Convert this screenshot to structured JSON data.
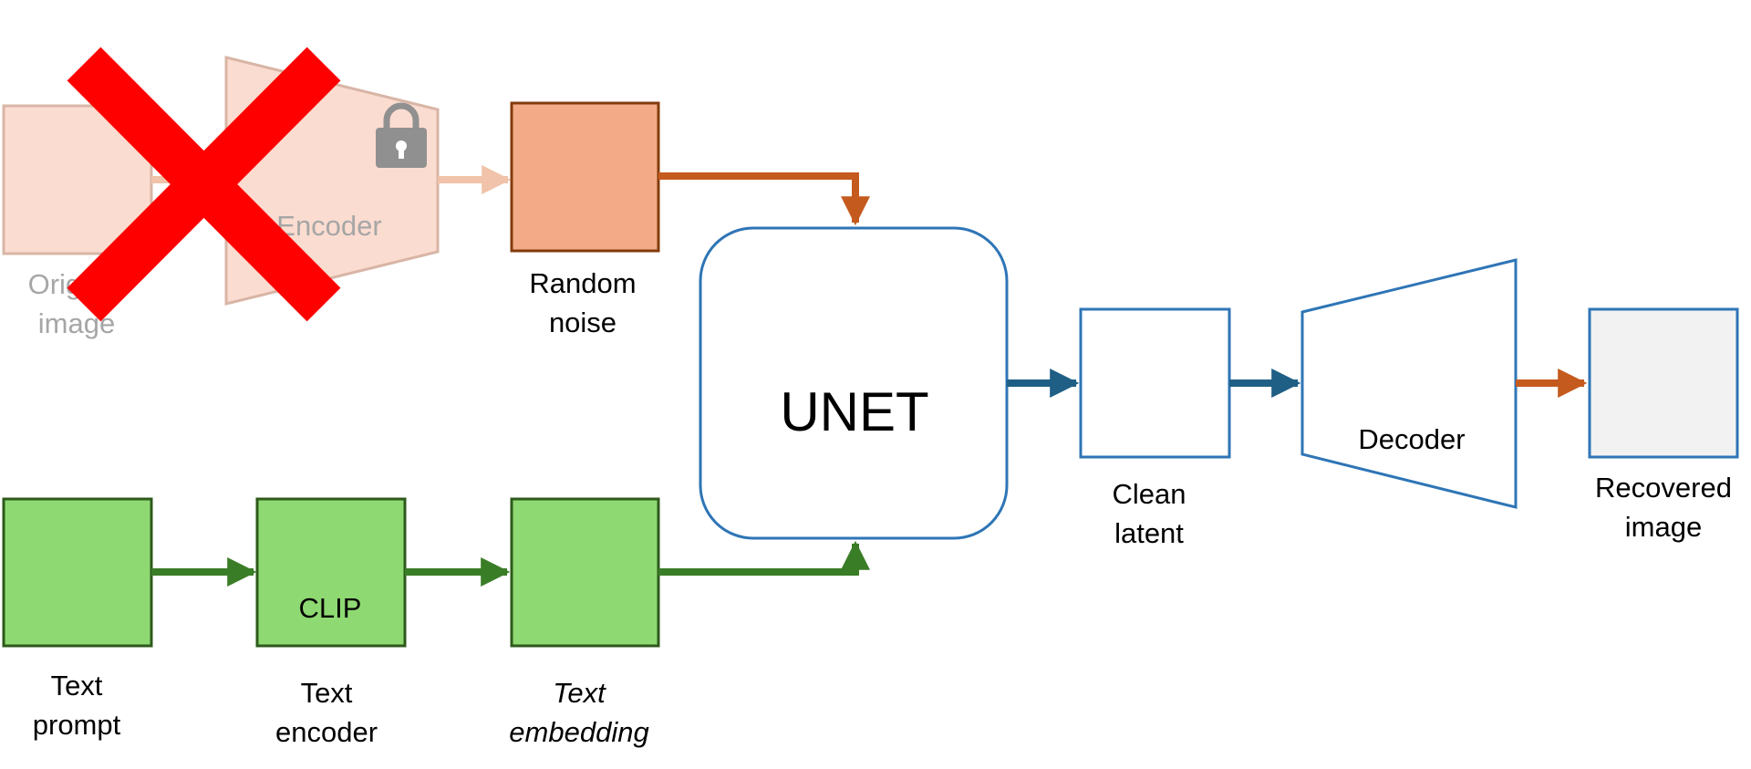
{
  "diagram": {
    "disabled_branch": {
      "original_image_line1": "Original",
      "original_image_line2": "image",
      "encoder_label": "Encoder",
      "lock_icon": "lock-icon",
      "cross_icon": "red-x-icon"
    },
    "random_noise": {
      "line1": "Random",
      "line2": "noise"
    },
    "unet": {
      "label": "UNET"
    },
    "clean_latent": {
      "line1": "Clean",
      "line2": "latent"
    },
    "decoder": {
      "label": "Decoder"
    },
    "recovered_image": {
      "line1": "Recovered",
      "line2": "image"
    },
    "text_prompt": {
      "line1": "Text",
      "line2": "prompt"
    },
    "text_encoder": {
      "inner": "CLIP",
      "line1": "Text",
      "line2": "encoder"
    },
    "text_embedding": {
      "line1": "Text",
      "line2": "embedding"
    }
  },
  "colors": {
    "faded_fill": "#fbdcd0",
    "faded_stroke": "#d8b5a6",
    "faded_text": "#a6a6a6",
    "noise_fill": "#f2ab86",
    "noise_stroke": "#843c0c",
    "orange_arrow": "#c55a1e",
    "blue_stroke": "#2e75b6",
    "blue_arrow": "#1f5f85",
    "green_fill": "#8fd973",
    "green_stroke": "#2d5a1b",
    "green_arrow": "#3a7d27",
    "recovered_fill": "#f2f2f2",
    "cross": "#ff0000",
    "lock": "#909090"
  }
}
